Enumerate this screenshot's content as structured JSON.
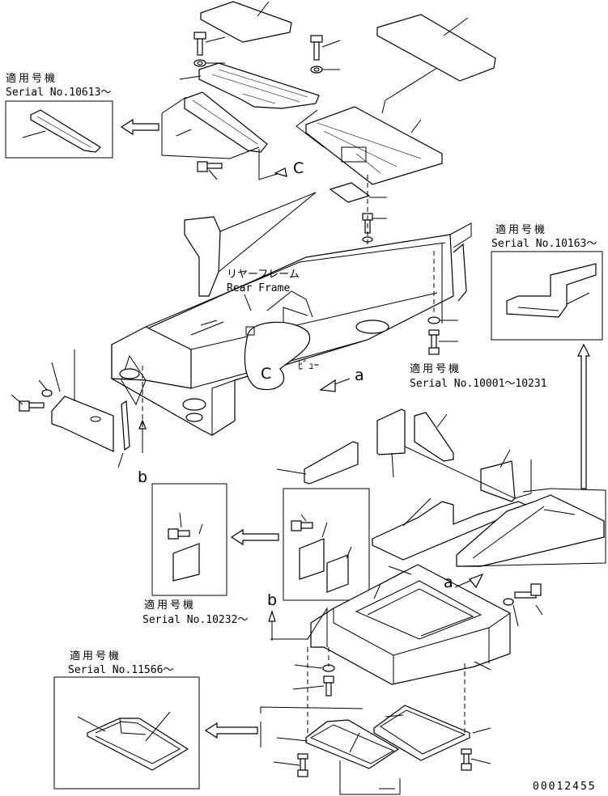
{
  "labels": {
    "applicable_title": "適用号機",
    "serial_10613": "Serial No.10613～",
    "serial_10163": "Serial No.10163～",
    "serial_10001_10231": "Serial No.10001～10231",
    "serial_10232": "Serial No.10232～",
    "serial_11566": "Serial No.11566～",
    "rear_frame_jp": "リヤーフレーム",
    "rear_frame_en": "Rear Frame",
    "view_c_upper": "C",
    "view_c_lower": "C",
    "view_c_note": "ﾋﾞｭｰ",
    "view_a_upper": "a",
    "view_a_lower": "a",
    "view_b_upper": "b",
    "view_b_lower": "b",
    "drawing_number": "00012455"
  }
}
